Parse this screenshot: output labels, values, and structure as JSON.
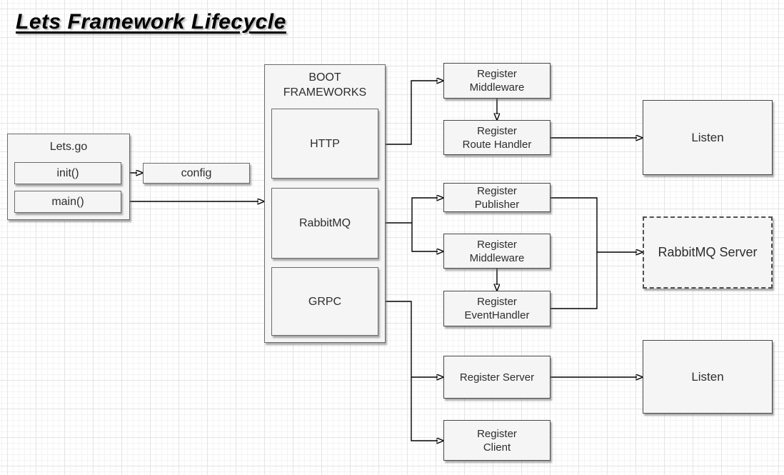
{
  "title": "Lets Framework Lifecycle",
  "colors": {
    "background": "#ffffff",
    "grid_major": "#e4e4e4",
    "grid_minor": "#f4f4f4",
    "node_fill": "#f5f5f5",
    "node_border": "#6a6a6a",
    "text": "#2d2d2d",
    "arrow": "#000000"
  },
  "nodes": {
    "lets_go": {
      "label": "Lets.go"
    },
    "init": {
      "label": "init()"
    },
    "main": {
      "label": "main()"
    },
    "config": {
      "label": "config"
    },
    "boot_frameworks": {
      "label": "BOOT\nFRAMEWORKS"
    },
    "http": {
      "label": "HTTP"
    },
    "rabbitmq": {
      "label": "RabbitMQ"
    },
    "grpc": {
      "label": "GRPC"
    },
    "register_middleware_http": {
      "label": "Register\nMiddleware"
    },
    "register_route_handler": {
      "label": "Register\nRoute Handler"
    },
    "listen_http": {
      "label": "Listen"
    },
    "register_publisher": {
      "label": "Register\nPublisher"
    },
    "register_middleware_rabbitmq": {
      "label": "Register\nMiddleware"
    },
    "register_eventhandler": {
      "label": "Register\nEventHandler"
    },
    "rabbitmq_server": {
      "label": "RabbitMQ Server"
    },
    "register_server": {
      "label": "Register Server"
    },
    "listen_grpc": {
      "label": "Listen"
    },
    "register_client": {
      "label": "Register\nClient"
    }
  },
  "edges": [
    {
      "from": "init",
      "to": "config"
    },
    {
      "from": "main",
      "to": "boot_frameworks"
    },
    {
      "from": "http",
      "to": "register_middleware_http"
    },
    {
      "from": "register_middleware_http",
      "to": "register_route_handler"
    },
    {
      "from": "register_route_handler",
      "to": "listen_http"
    },
    {
      "from": "rabbitmq",
      "to": "register_publisher"
    },
    {
      "from": "rabbitmq",
      "to": "register_middleware_rabbitmq"
    },
    {
      "from": "register_middleware_rabbitmq",
      "to": "register_eventhandler"
    },
    {
      "from": "register_publisher",
      "to": "rabbitmq_server"
    },
    {
      "from": "register_eventhandler",
      "to": "rabbitmq_server"
    },
    {
      "from": "grpc",
      "to": "register_server"
    },
    {
      "from": "grpc",
      "to": "register_client"
    },
    {
      "from": "register_server",
      "to": "listen_grpc"
    }
  ]
}
